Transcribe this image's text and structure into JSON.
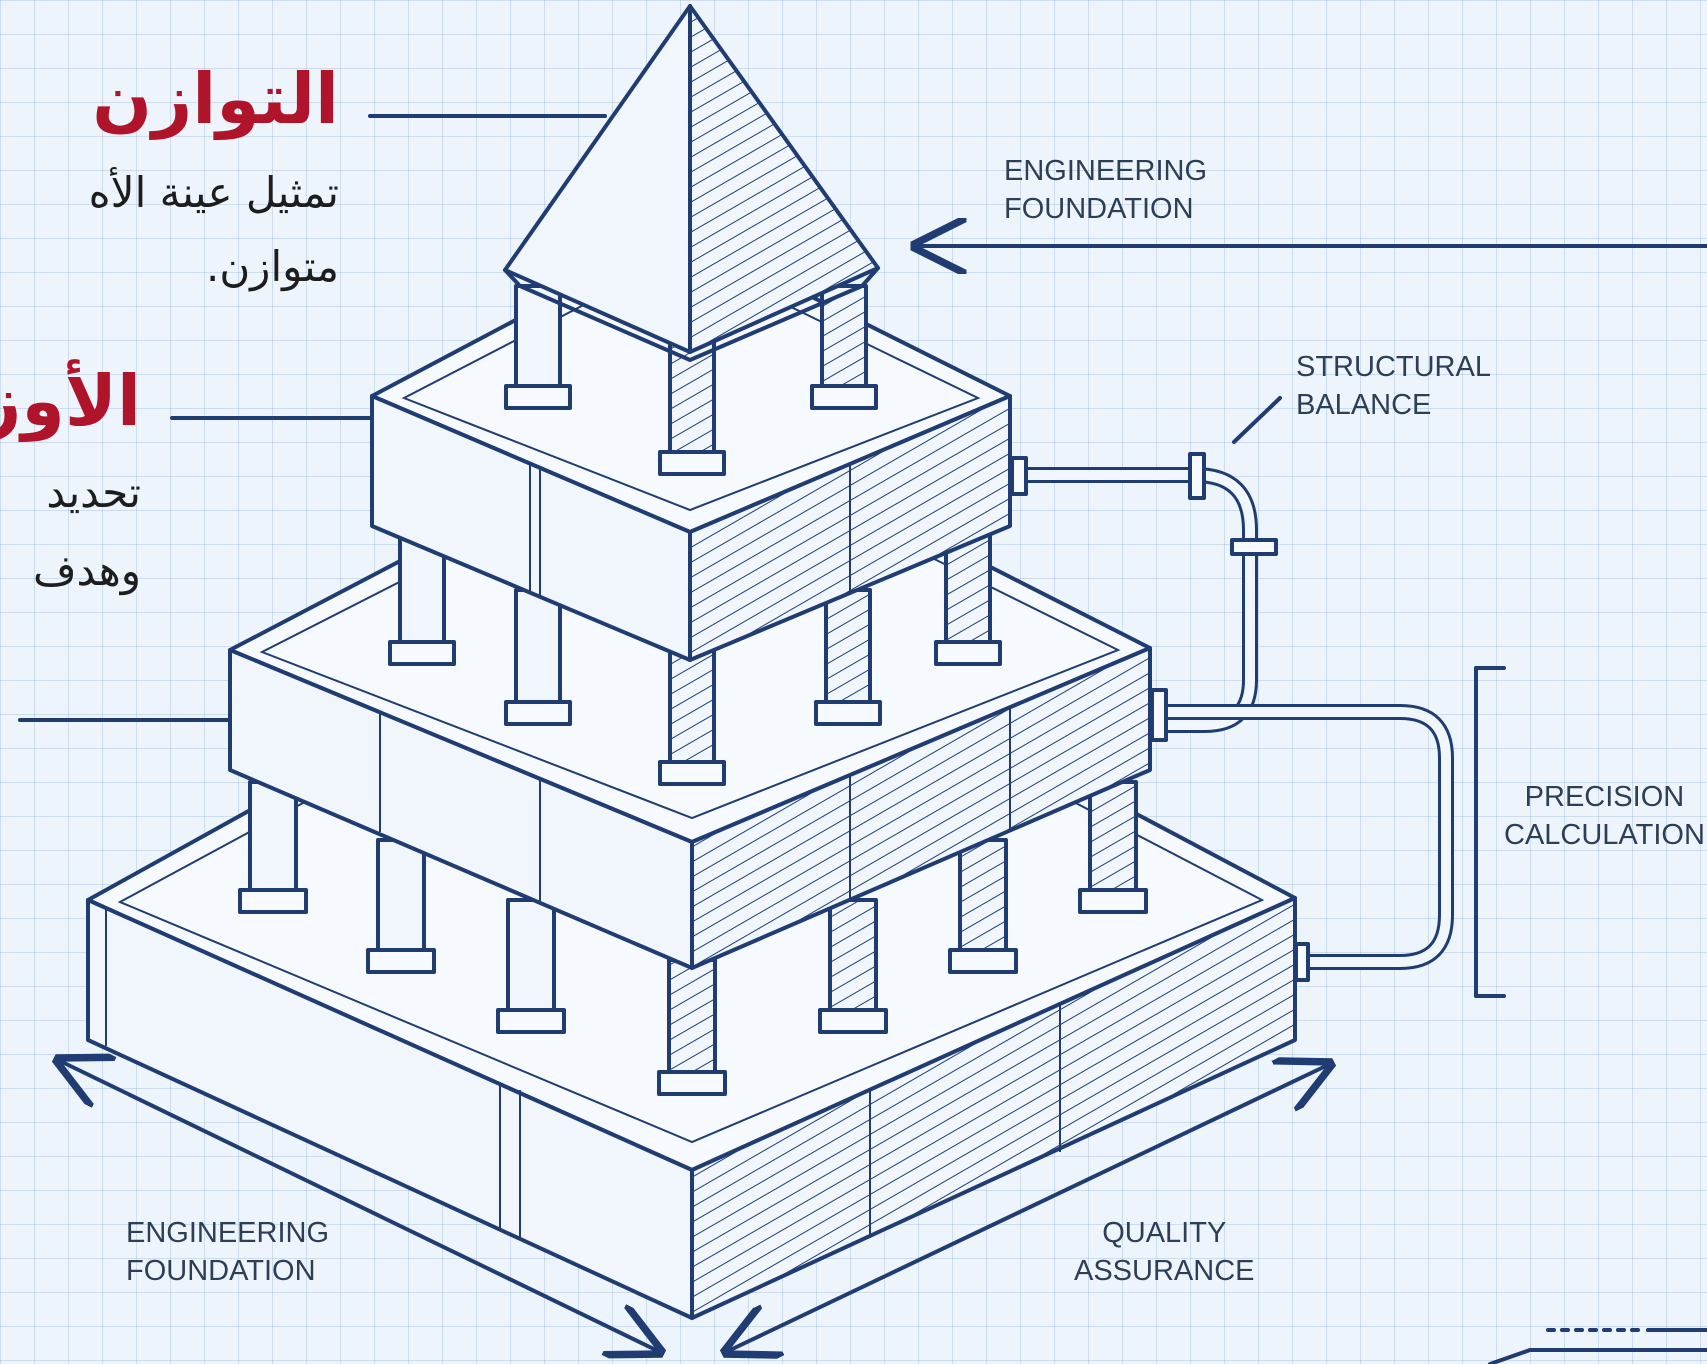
{
  "left_panel": {
    "title_1": "التوازن",
    "body_1_line_1": "تمثيل عينة الأه",
    "body_1_line_2": "متوازن.",
    "title_2": "الأوز",
    "body_2_line_1": "تحديد",
    "body_2_line_2": "وهدف"
  },
  "labels": {
    "engineering_foundation_top": "ENGINEERING\nFOUNDATION",
    "structural_balance": "STRUCTURAL\nBALANCE",
    "precision_calculation": "PRECISION\nCALCULATION",
    "engineering_foundation_bottom": "ENGINEERING\nFOUNDATION",
    "quality_assurance": "QUALITY\nASSURANCE"
  },
  "colors": {
    "title_red": "#b0142b",
    "ink_blue": "#1f3d73",
    "paper": "#eef4fb"
  }
}
